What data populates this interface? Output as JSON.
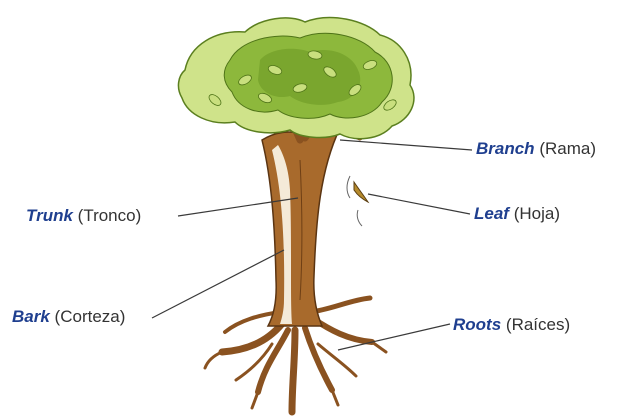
{
  "labels": {
    "branch": {
      "en": "Branch",
      "es": "(Rama)"
    },
    "trunk": {
      "en": "Trunk",
      "es": "(Tronco)"
    },
    "leaf": {
      "en": "Leaf",
      "es": "(Hoja)"
    },
    "bark": {
      "en": "Bark",
      "es": "(Corteza)"
    },
    "roots": {
      "en": "Roots",
      "es": "(Raíces)"
    }
  },
  "colors": {
    "english_term": "#1f3f8f",
    "foliage_light": "#cfe38a",
    "foliage_dark": "#8db83c",
    "trunk": "#a86a2c",
    "trunk_highlight": "#f4ead8",
    "leader_line": "#3a3a3a"
  }
}
